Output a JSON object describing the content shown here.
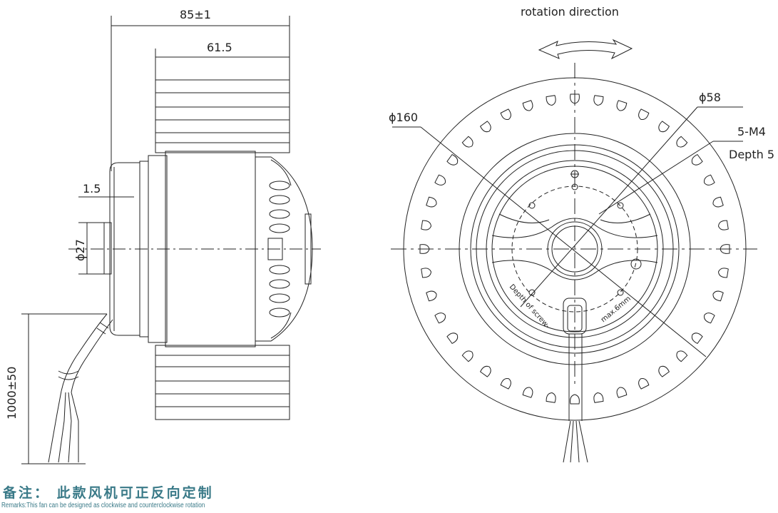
{
  "side_view": {
    "dim_overall": "85±1",
    "dim_body": "61.5",
    "dim_flange": "1.5",
    "dim_shaft": "ϕ27",
    "dim_cable": "1000±50"
  },
  "front_view": {
    "rotation_label": "rotation direction",
    "dim_outer": "ϕ160",
    "dim_hub": "ϕ58",
    "dim_screw": "5-M4",
    "dim_depth": "Depth 5",
    "hub_text_left": "Depth of screw-",
    "hub_text_right": "max.6mm"
  },
  "remarks": {
    "cn": "备注： 此款风机可正反向定制",
    "en": "Remarks:This fan can be designed as clockwise and counterclockwise rotation"
  },
  "colors": {
    "line": "#222222",
    "remark": "#3a7a88"
  }
}
